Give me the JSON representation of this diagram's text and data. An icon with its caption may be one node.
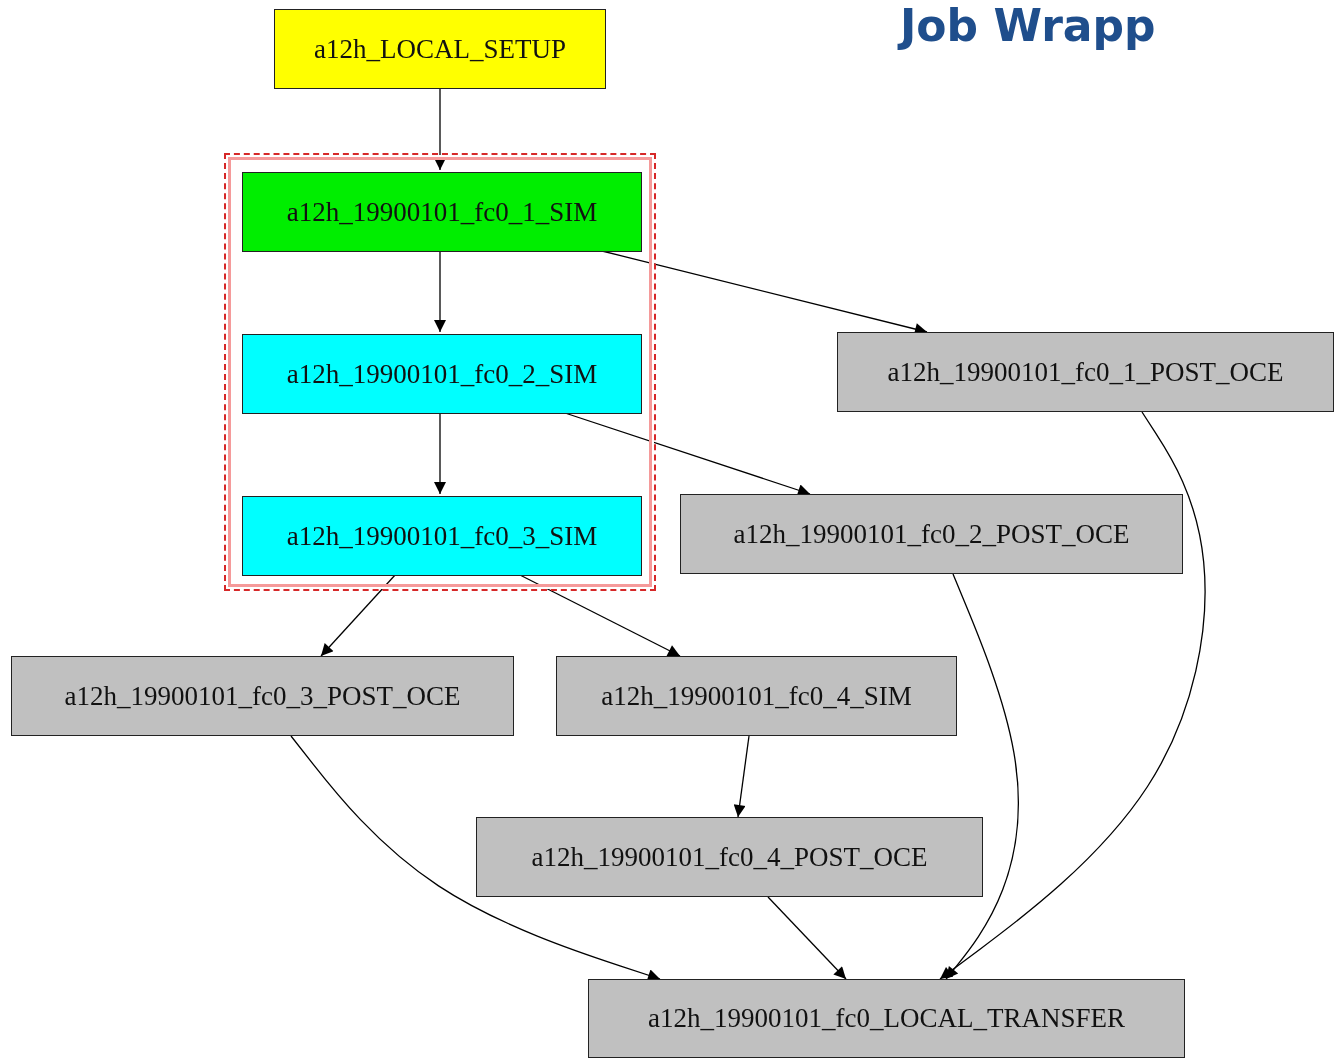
{
  "diagram": {
    "nodes": [
      {
        "text": [
          "a12h_LOCAL_SETUP"
        ]
      },
      {
        "text": [],
        "shape": "box"
      },
      {
        "text": [
          "a12h_19900101_fc0_1_SIM"
        ],
        "in": 1
      },
      {
        "text": [
          "a12h_19900101_fc0_2_SIM"
        ],
        "in": 1
      },
      {
        "text": [
          "a12h_19900101_fc0_3_SIM"
        ],
        "in": 1
      },
      {
        "text": [
          "a12h_19900101_fc0_1_POST_OCE"
        ]
      },
      {
        "text": [
          "a12h_19900101_fc0_2_POST_OCE"
        ]
      },
      {
        "text": [
          "a12h_19900101_fc0_3_POST_OCE"
        ]
      },
      {
        "text": [
          "a12h_19900101_fc0_4_SIM"
        ]
      },
      {
        "text": [
          "a12h_19900101_fc0_4_POST_OCE"
        ]
      },
      {
        "text": [
          "a12h_19900101_fc0_LOCAL_TRANSFER"
        ]
      }
    ],
    "edges": [
      {
        "from": 0,
        "to": 2,
        "arrow": "to"
      },
      {
        "from": 2,
        "to": 3,
        "arrow": "to"
      },
      {
        "from": 2,
        "to": 5,
        "arrow": "to"
      },
      {
        "from": 3,
        "to": 4,
        "arrow": "to"
      },
      {
        "from": 3,
        "to": 6,
        "arrow": "to"
      },
      {
        "from": 4,
        "to": 7,
        "arrow": "to"
      },
      {
        "from": 4,
        "to": 8,
        "arrow": "to"
      },
      {
        "from": 8,
        "to": 9,
        "arrow": "to"
      },
      {
        "from": 5,
        "to": 10,
        "arrow": "to"
      },
      {
        "from": 6,
        "to": 10,
        "arrow": "to"
      },
      {
        "from": 7,
        "to": 10,
        "arrow": "to"
      },
      {
        "from": 9,
        "to": 10,
        "arrow": "to"
      }
    ],
    "labels": [
      "Job Wrapp"
    ]
  }
}
